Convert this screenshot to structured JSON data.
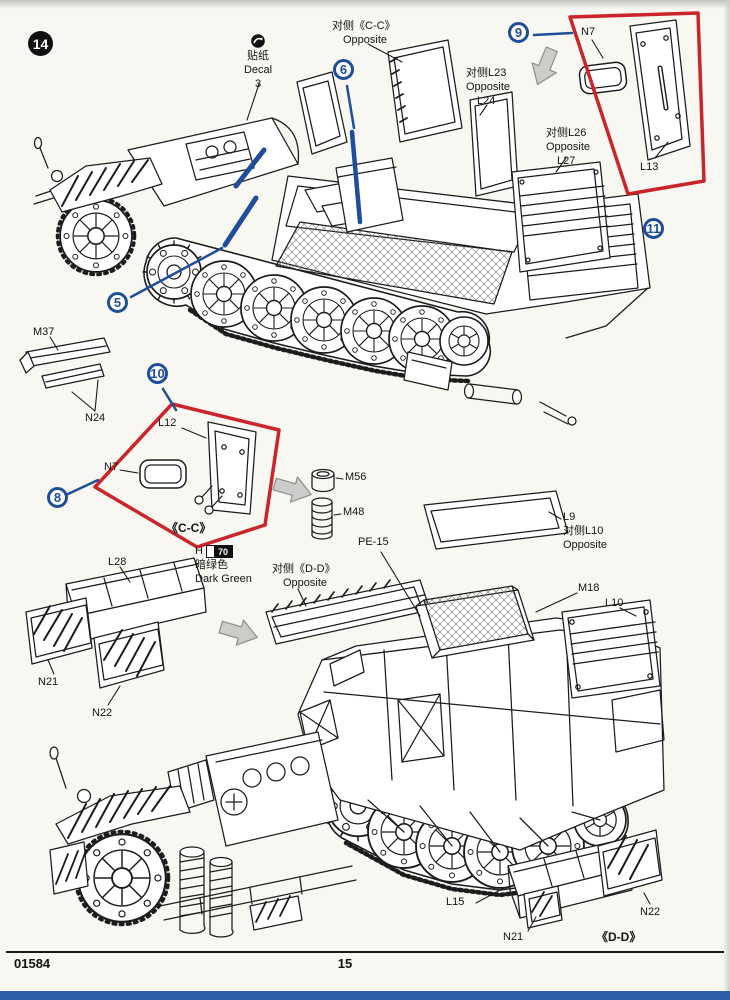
{
  "page": {
    "step": "14",
    "kit_number": "01584",
    "page_number": "15"
  },
  "colors": {
    "callout_blue": "#1e4e9b",
    "highlight_red": "#c9252b",
    "footer_bar": "#2e5fa8"
  },
  "decal": {
    "icon": "decal-icon",
    "cn": "贴纸",
    "en": "Decal",
    "count": "3"
  },
  "paint": {
    "code": "H",
    "number": "70",
    "cn": "暗绿色",
    "en": "Dark Green"
  },
  "callouts": {
    "c5": "5",
    "c6": "6",
    "c8": "8",
    "c9": "9",
    "c10": "10",
    "c11": "11"
  },
  "labels": {
    "opp_cc": {
      "cn": "对侧《C-C》",
      "en": "Opposite"
    },
    "n7_top": "N7",
    "l13": "L13",
    "l23": {
      "cn": "对侧L23",
      "en": "Opposite",
      "part": "L24"
    },
    "l26": {
      "cn": "对侧L26",
      "en": "Opposite",
      "part": "L27"
    },
    "m37": "M37",
    "n24": "N24",
    "l12": "L12",
    "n7_mid": "N7",
    "cc": "《C-C》",
    "m56": "M56",
    "m48": "M48",
    "pe15": "PE-15",
    "l9": "L9",
    "opp_l10_cn": "对侧L10",
    "opp_l10_en": "Opposite",
    "opp_dd": {
      "cn": "对侧《D-D》",
      "en": "Opposite"
    },
    "m18": "M18",
    "l10": "L10",
    "l28": "L28",
    "n21_left": "N21",
    "n22_left": "N22",
    "l15": "L15",
    "n21_bot": "N21",
    "n22_bot": "N22",
    "dd": "《D-D》"
  }
}
